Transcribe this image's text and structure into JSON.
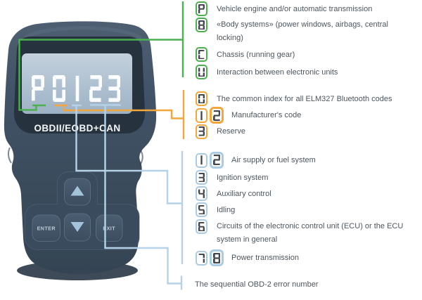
{
  "device": {
    "display_code": "P0123",
    "model_label": "OBDII/EOBD+CAN",
    "buttons": {
      "enter_label": "ENTER",
      "exit_label": "EXIT",
      "up_icon": "up-arrow",
      "down_icon": "down-arrow"
    }
  },
  "legend": {
    "groups": [
      {
        "name": "system-letter",
        "color": "#4CAF50",
        "items": [
          {
            "chars": [
              "P"
            ],
            "label": "Vehicle engine and/or automatic transmission"
          },
          {
            "chars": [
              "B"
            ],
            "label": "«Body systems» (power windows, airbags, central locking)"
          },
          {
            "chars": [
              "C"
            ],
            "label": "Chassis (running gear)"
          },
          {
            "chars": [
              "U"
            ],
            "label": "Interaction between electronic units"
          }
        ]
      },
      {
        "name": "code-index",
        "color": "#F2A63C",
        "items": [
          {
            "chars": [
              "0"
            ],
            "label": "The common index for all ELM327 Bluetooth codes"
          },
          {
            "chars": [
              "1",
              "2"
            ],
            "label": "Manufacturer's code"
          },
          {
            "chars": [
              "3"
            ],
            "label": "Reserve"
          }
        ]
      },
      {
        "name": "subsystem",
        "color": "#B5D2E8",
        "box_border": "#A9CBE4",
        "items": [
          {
            "chars": [
              "1",
              "2"
            ],
            "label": "Air supply or fuel system"
          },
          {
            "chars": [
              "3"
            ],
            "label": "Ignition system"
          },
          {
            "chars": [
              "4"
            ],
            "label": "Auxiliary control"
          },
          {
            "chars": [
              "5"
            ],
            "label": "Idling"
          },
          {
            "chars": [
              "6"
            ],
            "label": "Circuits of the electronic control unit (ECU) or the ECU system in general"
          },
          {
            "chars": [
              "7",
              "8"
            ],
            "label": "Power transmission"
          }
        ]
      }
    ],
    "footer": "The sequential OBD-2 error number"
  },
  "colors": {
    "green": "#4CAF50",
    "orange": "#F2A63C",
    "blue": "#B5D2E8",
    "blue_box_border": "#A9CBE4",
    "legend_text": "#4D565E",
    "box_char": "#42474D",
    "lcd": "#AEC3D3",
    "digit": "#FAFCFE",
    "device_body": "#3F5164",
    "bezel": "#27323F"
  }
}
